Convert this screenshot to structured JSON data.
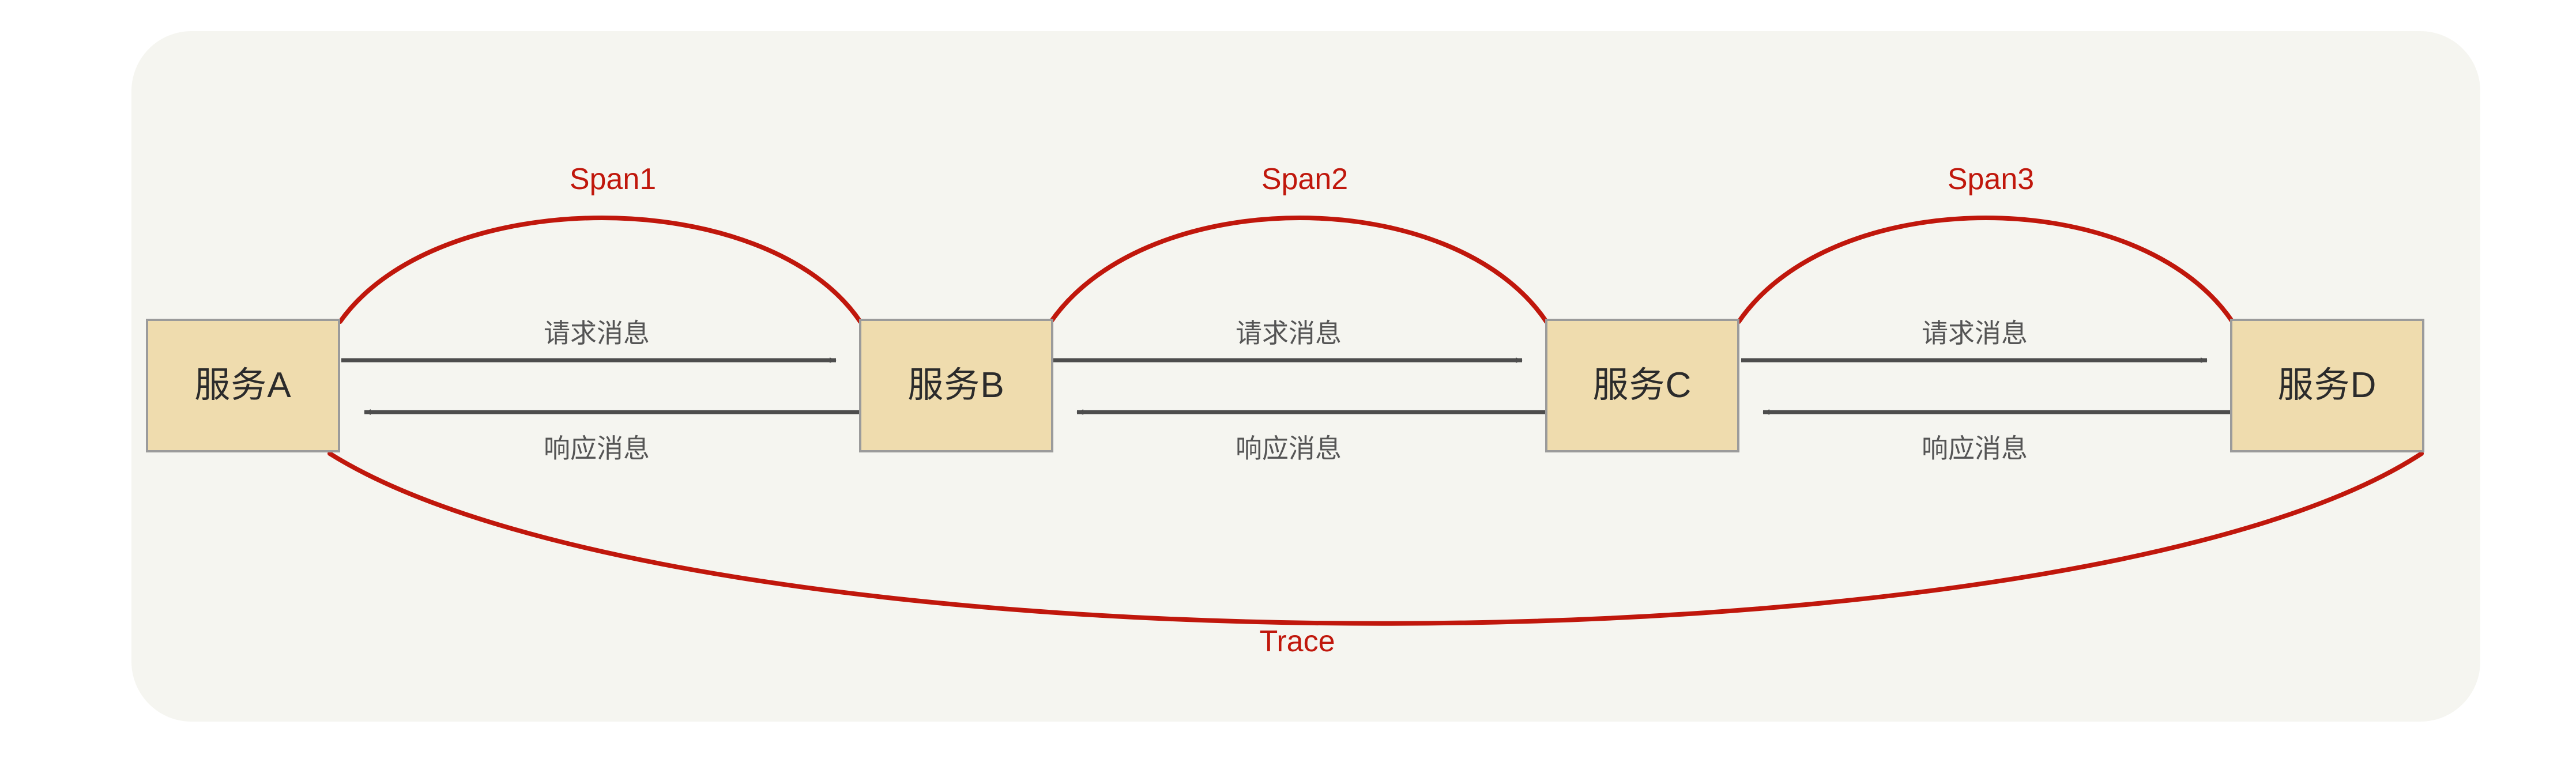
{
  "canvas": {
    "background_color": "#ffffff",
    "panel_color": "#f5f5f0"
  },
  "theme": {
    "box_fill": "#efdcae",
    "box_border": "#9b9b9b",
    "arrow_color": "#4d4d4d",
    "span_color": "#c0170c",
    "label_color": "#555555",
    "box_text_color": "#2b2b2b"
  },
  "services": [
    {
      "id": "a",
      "label": "服务A"
    },
    {
      "id": "b",
      "label": "服务B"
    },
    {
      "id": "c",
      "label": "服务C"
    },
    {
      "id": "d",
      "label": "服务D"
    }
  ],
  "connections": [
    {
      "id": "ab",
      "from": "服务A",
      "to": "服务B",
      "request_label": "请求消息",
      "response_label": "响应消息",
      "span_label": "Span1"
    },
    {
      "id": "bc",
      "from": "服务B",
      "to": "服务C",
      "request_label": "请求消息",
      "response_label": "响应消息",
      "span_label": "Span2"
    },
    {
      "id": "cd",
      "from": "服务C",
      "to": "服务D",
      "request_label": "请求消息",
      "response_label": "响应消息",
      "span_label": "Span3"
    }
  ],
  "trace": {
    "label": "Trace",
    "from": "服务A",
    "to": "服务D"
  }
}
